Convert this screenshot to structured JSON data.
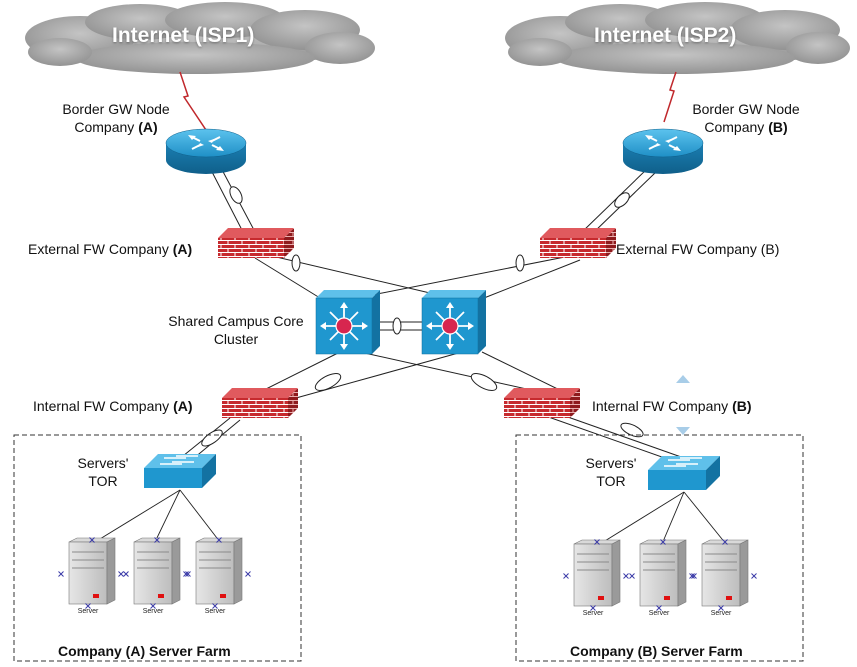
{
  "clouds": {
    "isp1": "Internet (ISP1)",
    "isp2": "Internet (ISP2)"
  },
  "border_gw": {
    "a": {
      "line1": "Border GW Node",
      "prefix": "Company ",
      "company": "(A)"
    },
    "b": {
      "line1": "Border GW Node",
      "prefix": "Company ",
      "company": "(B)"
    }
  },
  "external_fw": {
    "a": {
      "prefix": "External FW Company ",
      "company": "(A)"
    },
    "b": {
      "text": "External FW Company (B)"
    }
  },
  "core": {
    "line1": "Shared Campus Core",
    "line2": "Cluster"
  },
  "internal_fw": {
    "a": {
      "prefix": "Internal FW Company ",
      "company": "(A)"
    },
    "b": {
      "prefix": "Internal FW Company ",
      "company": "(B)"
    }
  },
  "tor": {
    "a": {
      "line1": "Servers'",
      "line2": "TOR"
    },
    "b": {
      "line1": "Servers'",
      "line2": "TOR"
    }
  },
  "server_label": "Server",
  "farms": {
    "a": "Company (A) Server Farm",
    "b": "Company (B) Server Farm"
  },
  "colors": {
    "cloud": "#a9a9a9",
    "router": "#1e8fc4",
    "firewall": "#c0282c",
    "switch": "#1f97cf",
    "server": "#cccccc",
    "link": "#222222",
    "wan": "#c0282c",
    "marker": "#3a3aa8",
    "scroll_arrow": "#a8cde8"
  }
}
